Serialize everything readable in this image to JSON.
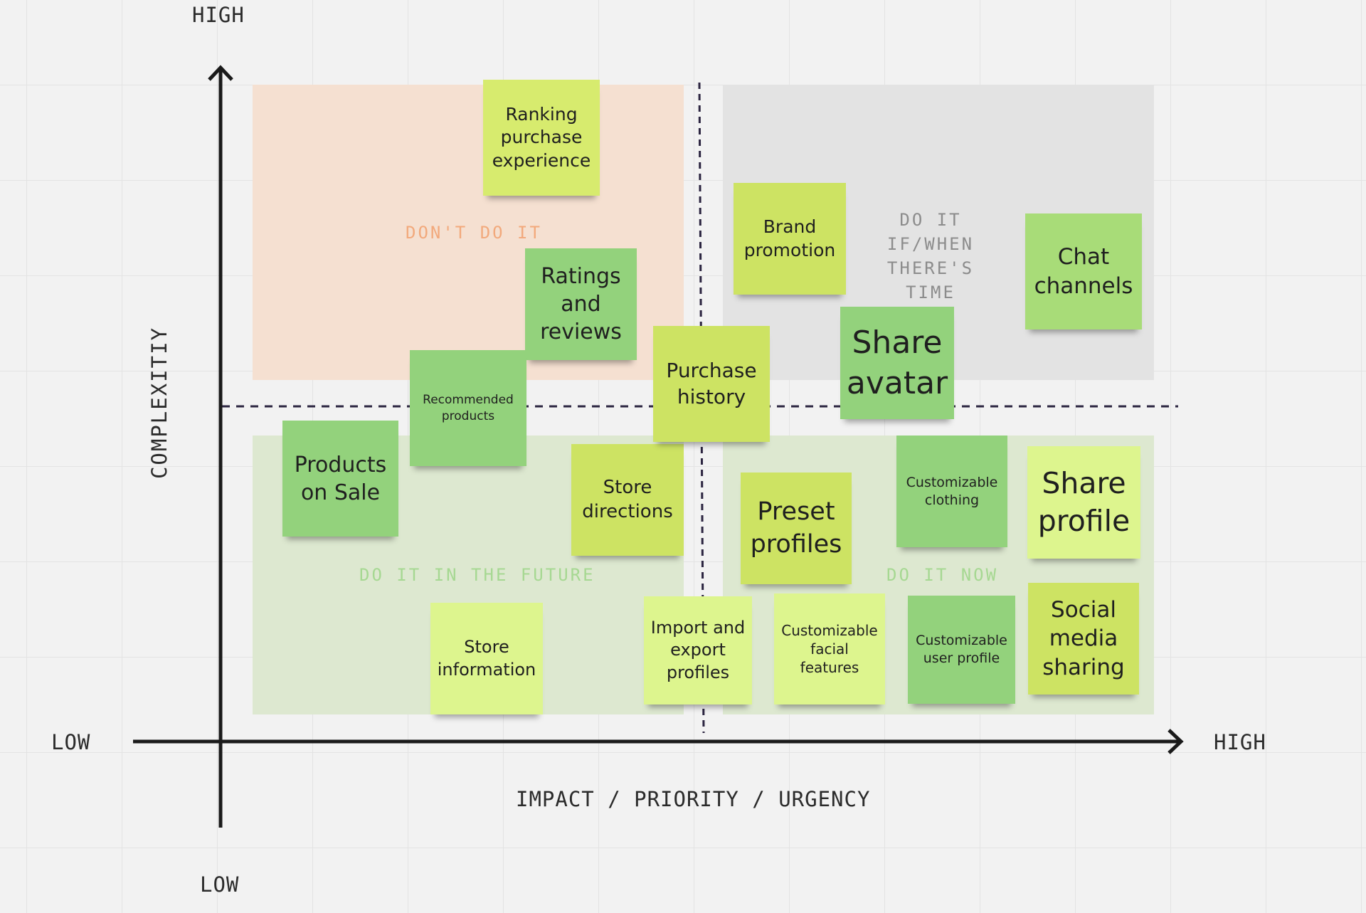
{
  "axes": {
    "y_title": "COMPLEXITIY",
    "x_title": "IMPACT / PRIORITY / URGENCY",
    "y_high": "HIGH",
    "y_low": "LOW",
    "x_low": "LOW",
    "x_high": "HIGH"
  },
  "quadrants": {
    "top_left": "DON'T DO IT",
    "top_right": "DO IT IF/WHEN THERE'S TIME",
    "bottom_left": "DO IT IN THE FUTURE",
    "bottom_right": "DO IT NOW"
  },
  "notes": {
    "ranking": "Ranking purchase experience",
    "ratings": "Ratings and reviews",
    "recommended": "Recommended products",
    "products_sale": "Products on Sale",
    "store_directions": "Store directions",
    "purchase_history": "Purchase history",
    "brand_promotion": "Brand promotion",
    "chat_channels": "Chat channels",
    "share_avatar": "Share avatar",
    "preset_profiles": "Preset profiles",
    "customizable_clothing": "Customizable clothing",
    "share_profile": "Share profile",
    "store_information": "Store information",
    "import_export": "Import and export profiles",
    "customizable_facial": "Customizable facial features",
    "customizable_user": "Customizable user profile",
    "social_media": "Social media sharing"
  },
  "colors": {
    "lime": "#cde363",
    "green": "#93d27c",
    "pale": "#ddf58e",
    "dont_do_it_area": "#f5e0d1",
    "if_time_area": "#e3e3e3",
    "future_now_area": "#dde8d0"
  }
}
